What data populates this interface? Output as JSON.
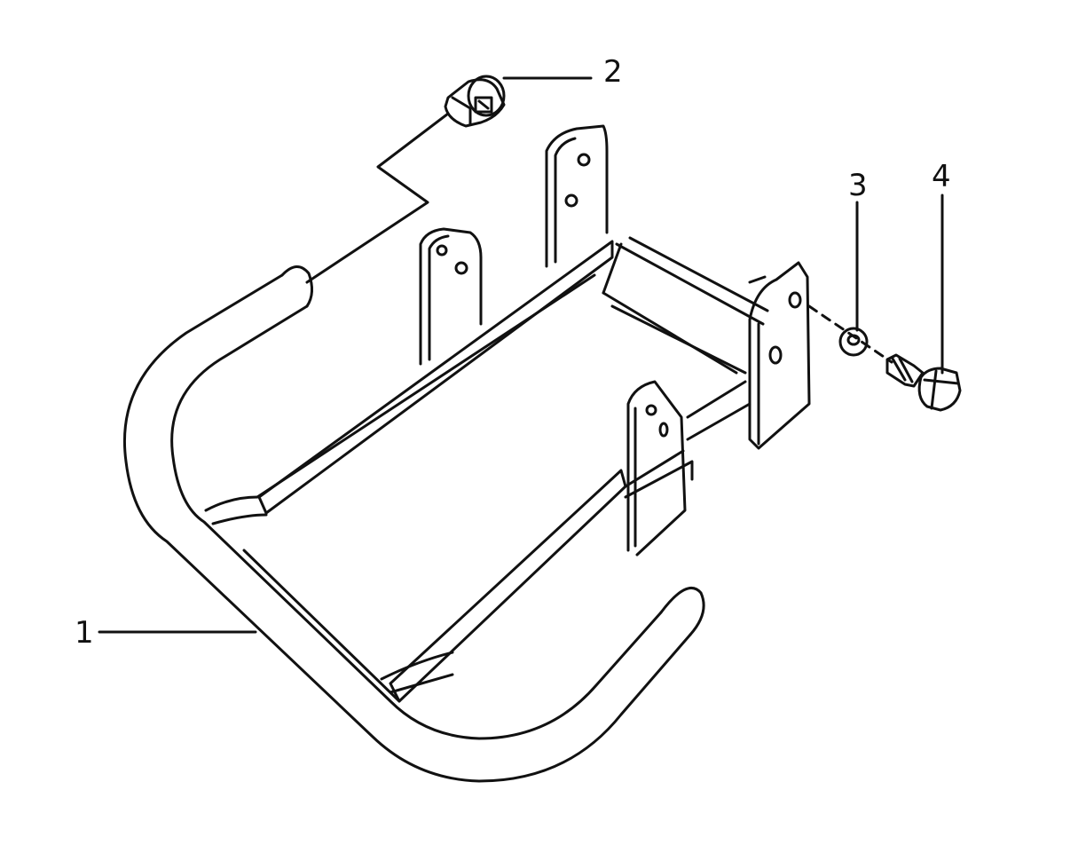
{
  "callouts": {
    "part1": "1",
    "part2": "2",
    "part3": "3",
    "part4": "4"
  },
  "colors": {
    "line": "#111111",
    "background": "#ffffff"
  }
}
